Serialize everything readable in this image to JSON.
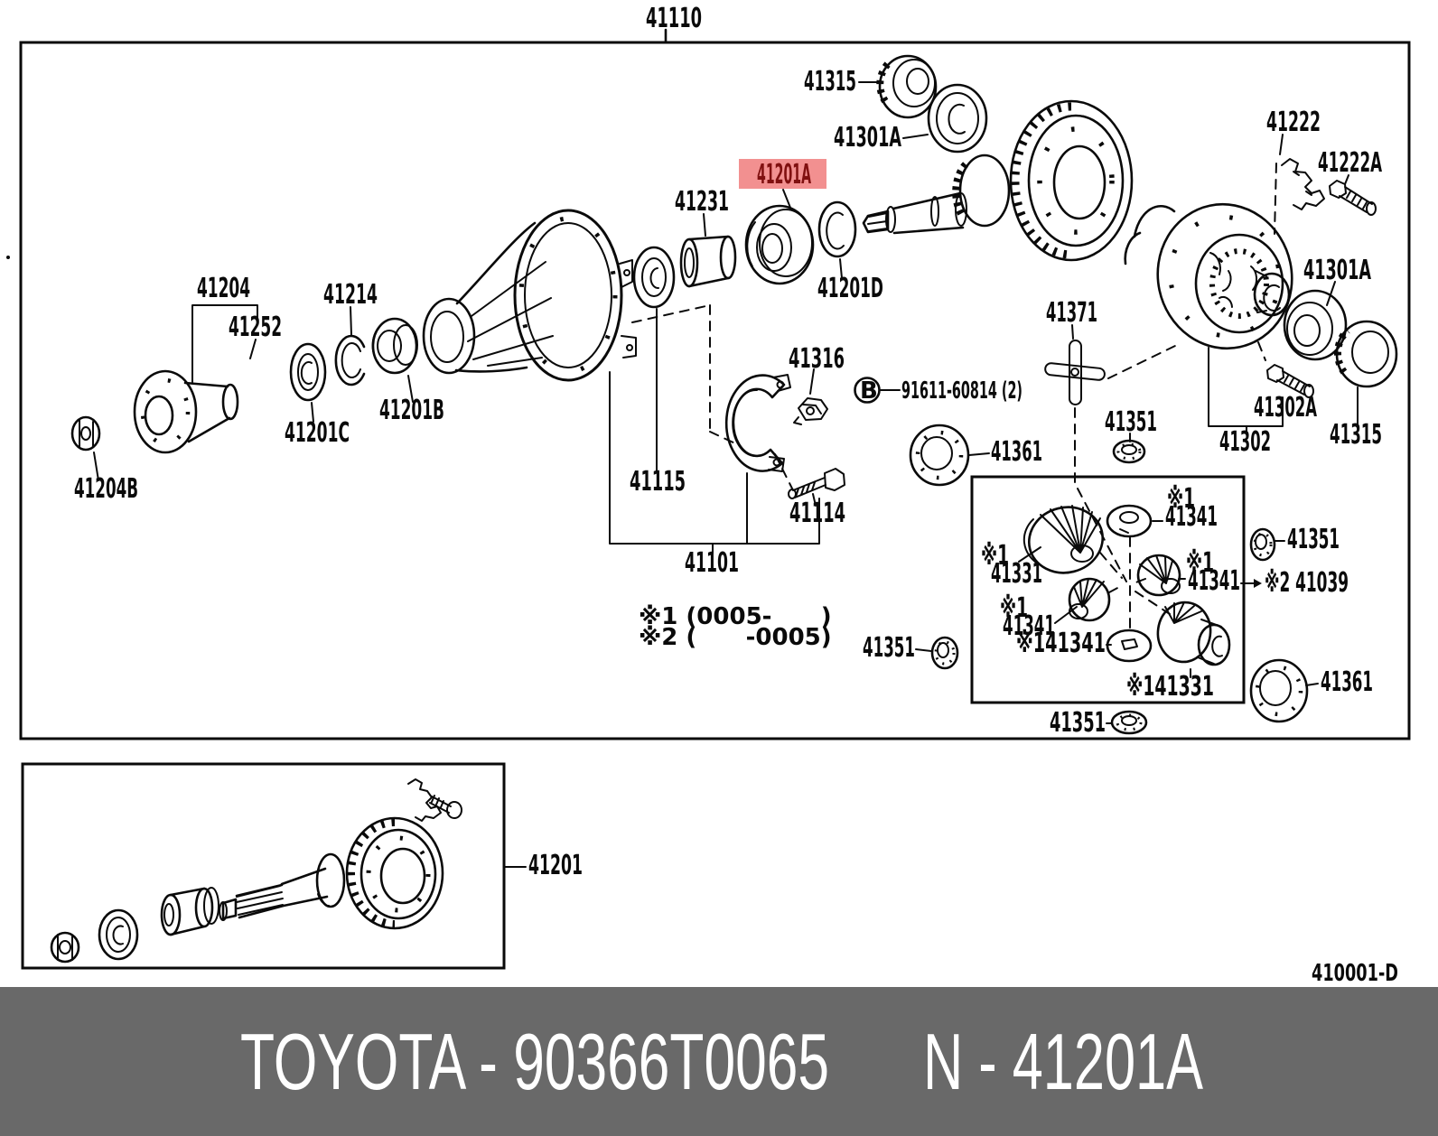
{
  "diagram": {
    "type": "exploded-parts-diagram",
    "subject": "rear differential carrier assembly",
    "figure_code": "410001-D",
    "highlight": {
      "part": "41201A",
      "bg": "#F29090",
      "text_color": "#801010"
    },
    "colors": {
      "line": "#0a0a0a",
      "background": "#ffffff",
      "footer_bg": "#696969",
      "footer_text": "#ffffff"
    }
  },
  "parts": {
    "41110": "41110",
    "41315": "41315",
    "41301A": "41301A",
    "41201A": "41201A",
    "41231": "41231",
    "41201D": "41201D",
    "41222": "41222",
    "41222A": "41222A",
    "41204": "41204",
    "41252": "41252",
    "41214": "41214",
    "41201B": "41201B",
    "41201C": "41201C",
    "41204B": "41204B",
    "41371": "41371",
    "B": "B",
    "91611": "91611-60814 (2)",
    "41361": "41361",
    "41351": "41351",
    "41302": "41302",
    "41302A": "41302A",
    "41316": "41316",
    "41115": "41115",
    "41114": "41114",
    "41101": "41101",
    "x1": "※1",
    "41331": "41331",
    "41341": "41341",
    "x141341": "※141341",
    "x141331": "※141331",
    "x2_41039": "※2 41039",
    "41201": "41201",
    "note1": "※1 (0005-      )",
    "note2": "※2 (      -0005)",
    "figure_code": "410001-D"
  },
  "footer": {
    "left": "TOYOTA - 90366T0065",
    "right": "N - 41201A"
  }
}
